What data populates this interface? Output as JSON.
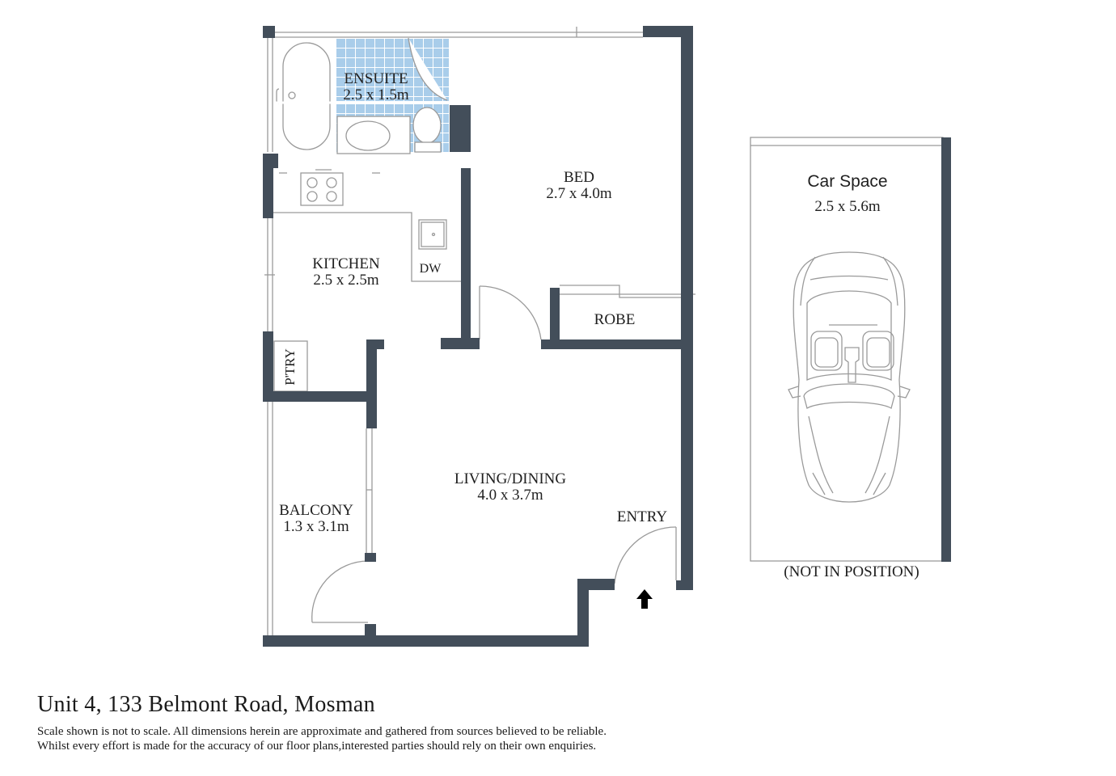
{
  "rooms": {
    "ensuite": {
      "name": "ENSUITE",
      "size": "2.5 x 1.5m"
    },
    "bed": {
      "name": "BED",
      "size": "2.7 x 4.0m"
    },
    "kitchen": {
      "name": "KITCHEN",
      "size": "2.5 x 2.5m",
      "dw": "DW"
    },
    "robe": {
      "name": "ROBE"
    },
    "pantry": {
      "name": "P'TRY"
    },
    "living": {
      "name": "LIVING/DINING",
      "size": "4.0 x 3.7m"
    },
    "balcony": {
      "name": "BALCONY",
      "size": "1.3 x 3.1m"
    },
    "entry": {
      "name": "ENTRY"
    }
  },
  "car_space": {
    "name": "Car Space",
    "size": "2.5 x 5.6m",
    "note": "(NOT IN POSITION)"
  },
  "footer": {
    "address": "Unit 4, 133 Belmont Road, Mosman",
    "disclaimer_line1": "Scale shown is not to scale. All dimensions herein are approximate and gathered from sources believed to be reliable.",
    "disclaimer_line2": "Whilst every effort is made for the accuracy of our floor plans,interested parties should rely on their own enquiries."
  },
  "colors": {
    "wall": "#434e5a",
    "tile": "#a9cdea",
    "line": "#9a9a9a"
  },
  "icons": {
    "entry_arrow": "up-arrow"
  }
}
